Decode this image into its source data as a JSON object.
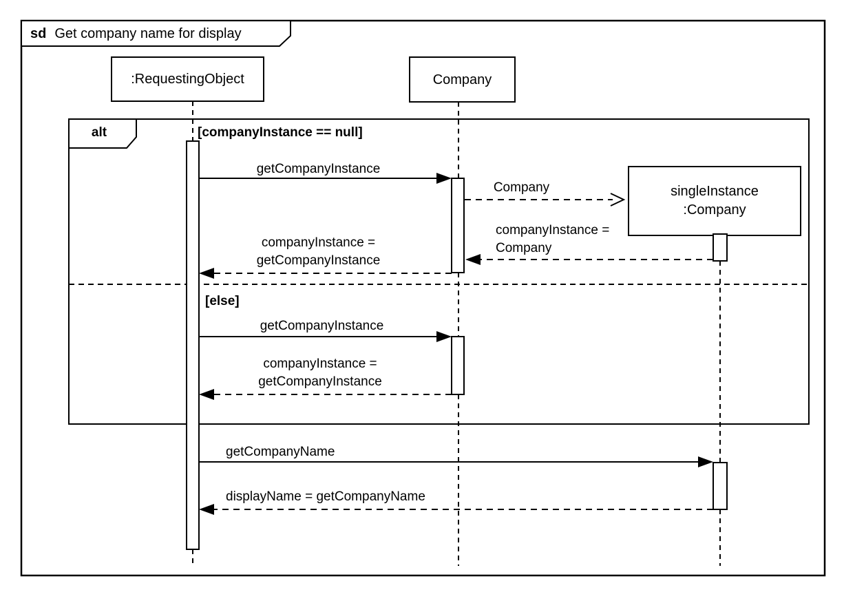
{
  "frame": {
    "keyword": "sd",
    "title": "Get company name for display"
  },
  "lifelines": {
    "requesting_object": {
      "label": ":RequestingObject"
    },
    "company": {
      "label": "Company"
    },
    "single_instance": {
      "line1": "singleInstance",
      "line2": ":Company"
    }
  },
  "alt": {
    "operator": "alt",
    "guard_if": "[companyInstance == null]",
    "guard_else": "[else]"
  },
  "messages": {
    "m1": {
      "label": "getCompanyInstance",
      "type": "synchronous-call"
    },
    "m2": {
      "label": "Company",
      "type": "create"
    },
    "m3": {
      "line1": "companyInstance =",
      "line2": "Company",
      "type": "return"
    },
    "m4": {
      "line1": "companyInstance =",
      "line2": "getCompanyInstance",
      "type": "return"
    },
    "m5": {
      "label": "getCompanyInstance",
      "type": "synchronous-call"
    },
    "m6": {
      "line1": "companyInstance =",
      "line2": "getCompanyInstance",
      "type": "return"
    },
    "m7": {
      "label": "getCompanyName",
      "type": "synchronous-call"
    },
    "m8": {
      "label": "displayName = getCompanyName",
      "type": "return"
    }
  },
  "colors": {
    "line": "#000000",
    "background": "#ffffff"
  }
}
